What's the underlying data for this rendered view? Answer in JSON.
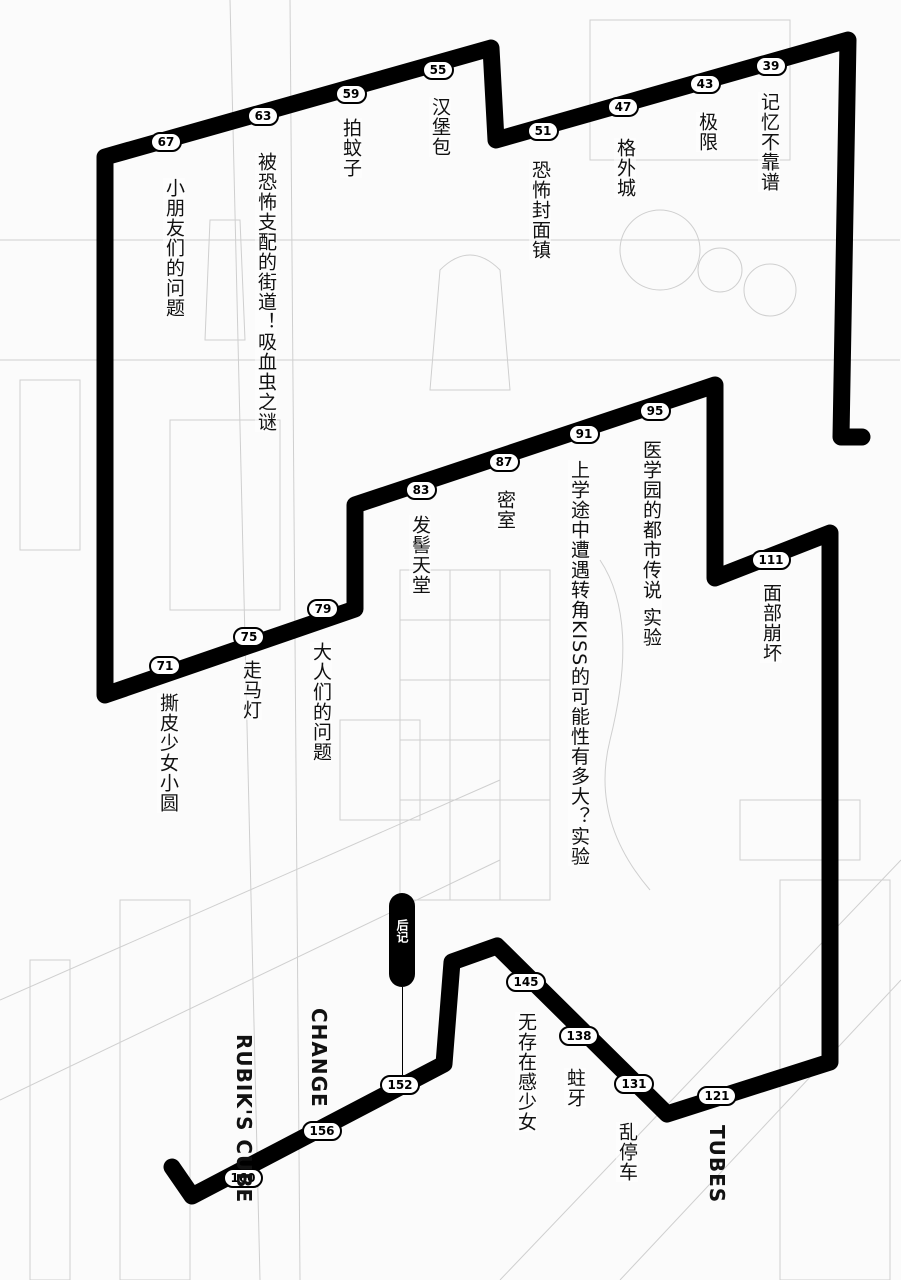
{
  "stops": [
    {
      "id": "67",
      "title": "小朋友们的问题"
    },
    {
      "id": "63",
      "title": "被恐怖支配的街道！吸血虫之谜"
    },
    {
      "id": "59",
      "title": "拍蚊子"
    },
    {
      "id": "55",
      "title": "汉堡包"
    },
    {
      "id": "51",
      "title": "恐怖封面镇"
    },
    {
      "id": "47",
      "title": "格外城"
    },
    {
      "id": "43",
      "title": "极限"
    },
    {
      "id": "39",
      "title": "记忆不靠谱"
    },
    {
      "id": "71",
      "title": "撕皮少女小圆"
    },
    {
      "id": "75",
      "title": "走马灯"
    },
    {
      "id": "79",
      "title": "大人们的问题"
    },
    {
      "id": "83",
      "title": "发髻天堂"
    },
    {
      "id": "87",
      "title": "密室"
    },
    {
      "id": "91",
      "title": "上学途中遭遇转角KISS的可能性有多大？实验"
    },
    {
      "id": "95",
      "title": "医学园的都市传说 实验"
    },
    {
      "id": "111",
      "title": "面部崩坏"
    },
    {
      "id": "121",
      "title": "TUBES"
    },
    {
      "id": "131",
      "title": "乱停车"
    },
    {
      "id": "138",
      "title": "蛀牙"
    },
    {
      "id": "145",
      "title": "无存在感少女"
    },
    {
      "id": "152",
      "title": "CHANGE"
    },
    {
      "id": "156",
      "title": ""
    },
    {
      "id": "160",
      "title": "RUBIK'S CUBE"
    }
  ],
  "afterword": {
    "label": "后记"
  }
}
